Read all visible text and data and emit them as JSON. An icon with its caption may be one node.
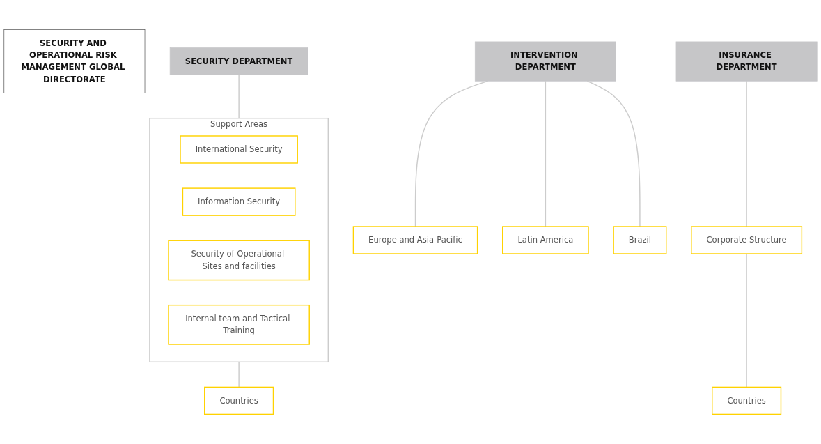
{
  "diagram": {
    "nodes": [
      {
        "text": [
          "SECURITY AND OPERATIONAL RISK MANAGEMENT GLOBAL DIRECTORATE"
        ]
      },
      {
        "text": [
          "SECURITY DEPARTMENT"
        ]
      },
      {
        "text": [
          "INTERVENTION DEPARTMENT"
        ]
      },
      {
        "text": [
          "INSURANCE DEPARTMENT"
        ]
      },
      {
        "text": [
          "Support Areas"
        ]
      },
      {
        "text": [
          "International Security"
        ],
        "in": 4
      },
      {
        "text": [
          "Information Security"
        ],
        "in": 4
      },
      {
        "text": [
          "Security of Operational Sites and facilities"
        ],
        "in": 4
      },
      {
        "text": [
          "Internal team and Tactical Training"
        ],
        "in": 4
      },
      {
        "text": [
          "Countries"
        ]
      },
      {
        "text": [
          "Europe and Asia-Pacific"
        ]
      },
      {
        "text": [
          "Latin America"
        ]
      },
      {
        "text": [
          "Brazil"
        ]
      },
      {
        "text": [
          "Corporate Structure"
        ]
      },
      {
        "text": [
          "Countries"
        ]
      }
    ],
    "edges": [
      {
        "from": 1,
        "to": 4,
        "arrow": "none"
      },
      {
        "from": 4,
        "to": 9,
        "arrow": "none"
      },
      {
        "from": 2,
        "to": 10,
        "arrow": "none"
      },
      {
        "from": 2,
        "to": 11,
        "arrow": "none"
      },
      {
        "from": 2,
        "to": 12,
        "arrow": "none"
      },
      {
        "from": 3,
        "to": 13,
        "arrow": "none"
      },
      {
        "from": 13,
        "to": 14,
        "arrow": "none"
      }
    ]
  }
}
